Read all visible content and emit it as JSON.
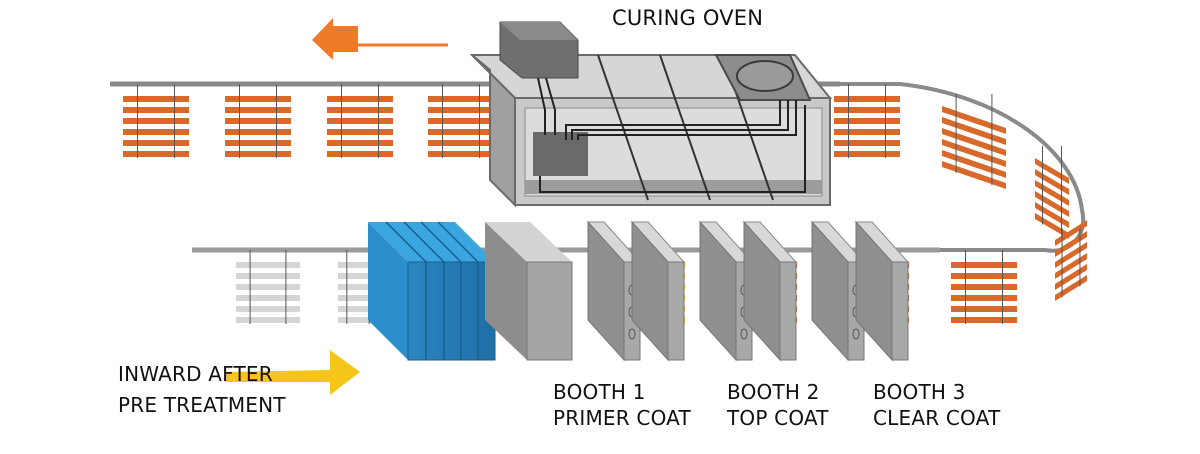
{
  "title": "CURING OVEN",
  "labels": {
    "inward_line1": "INWARD AFTER",
    "inward_line2": "PRE TREATMENT"
  },
  "booths": [
    {
      "name": "BOOTH 1",
      "coat": "PRIMER COAT",
      "part_color": "#e8b820"
    },
    {
      "name": "BOOTH 2",
      "coat": "TOP COAT",
      "part_color": "#e0692a"
    },
    {
      "name": "BOOTH 3",
      "coat": "CLEAR COAT",
      "part_color": "#e0692a"
    }
  ],
  "colors": {
    "rail": "#8a8a8a",
    "finished_part": "#d8692a",
    "raw_part": "#d5d5d5",
    "pretreatment": "#2e8fcc",
    "booth": "#a8a8a8",
    "oven": "#cfcfcf",
    "out_arrow": "#f07a28",
    "in_arrow": "#f5c518",
    "heat_glow": "#f08060"
  },
  "flow": {
    "inward_direction": "right",
    "outward_direction": "left"
  }
}
